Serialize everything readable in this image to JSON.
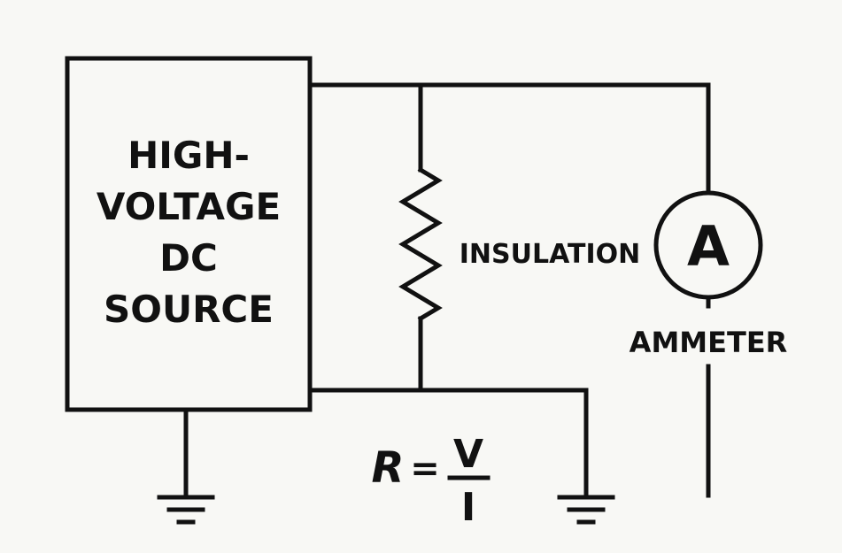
{
  "source_box": {
    "lines": [
      "HIGH-",
      "VOLTAGE",
      "DC",
      "SOURCE"
    ]
  },
  "resistor_label": "INSULATION",
  "meter": {
    "symbol": "A",
    "label": "AMMETER"
  },
  "formula": {
    "lhs": "R",
    "equals": "=",
    "numerator": "V",
    "denominator": "I"
  },
  "icons": [
    "ground-icon",
    "resistor-icon",
    "ammeter-icon"
  ]
}
